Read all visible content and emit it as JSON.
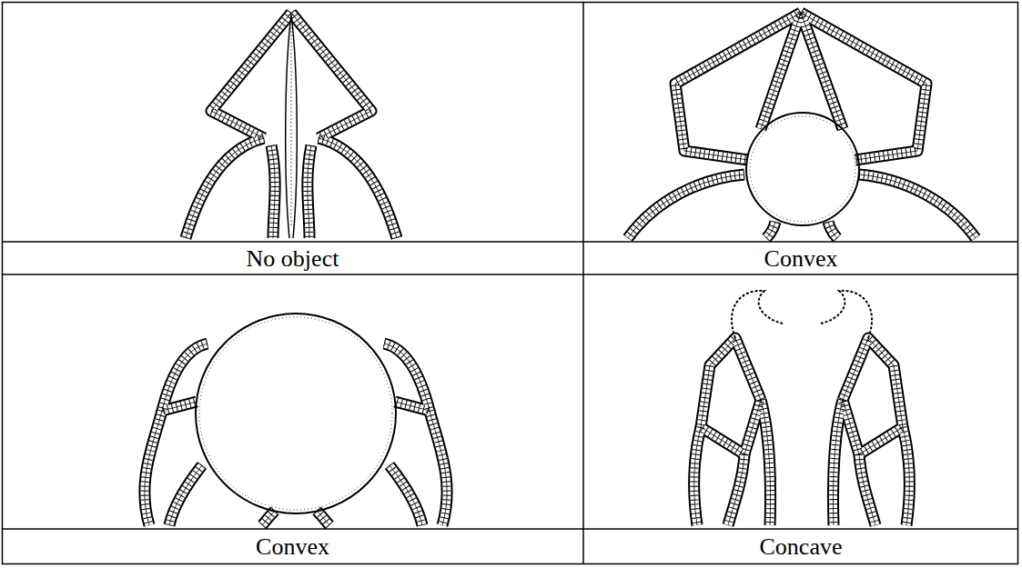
{
  "diagram": {
    "labels": [
      "No object",
      "Convex",
      "Convex",
      "Concave"
    ]
  }
}
